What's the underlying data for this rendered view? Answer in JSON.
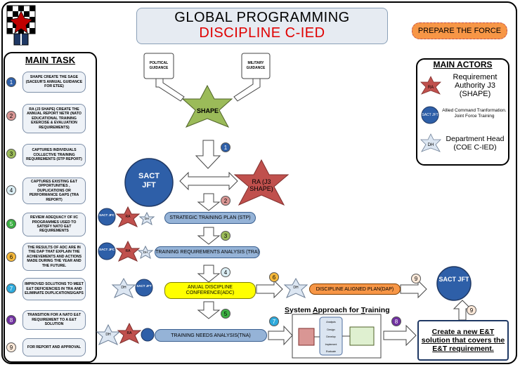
{
  "title": {
    "line1": "GLOBAL PROGRAMMING",
    "line2": "DISCIPLINE C-IED"
  },
  "prepare_label": "PREPARE THE FORCE",
  "main_task": {
    "heading": "MAIN TASK",
    "items": [
      {
        "num": "1",
        "text": "SHAPE CREATE THE SAGE (SACEUR'S ANNUAL GUIDANCE FOR ETEE)",
        "color": "#2e5fa8"
      },
      {
        "num": "2",
        "text": "RA (J3 SHAPE) CREATE THE ANNUAL REPORT NETR (NATO EDUCATIONAL TRAINING EXERCISE & EVALUATION REQUIREMENTS)",
        "color": "#d99694"
      },
      {
        "num": "3",
        "text": "CAPTURES INDIVIDUALS COLLECTIVE TRAINING REQUIREMENTS (STP REPORT)",
        "color": "#9bbb59"
      },
      {
        "num": "4",
        "text": "CAPTURES EXISTING E&T OPPORTUNITIES , DUPLICATIONS OR PERFORMANCE GAPS (TRA REPORT)",
        "color": "#dbeef4"
      },
      {
        "num": "5",
        "text": "REVIEW ADEQUACY OF I/C PROGRAMMES USED TO SATISFY NATO E&T REQUIREMENTS",
        "color": "#3cb043"
      },
      {
        "num": "6",
        "text": "THE RESULTS OF ADC ARE IN THE DAP THAT EXPLAIN THE ACHIEVEMENTS AND ACTIONS MADE DURING THE YEAR AND THE FUTURE.",
        "color": "#f6b93b"
      },
      {
        "num": "7",
        "text": "IMPROVED SOLUTIONS TO MEET E&T DEFICIENCIES IN TRA AND ELIMINATE DUPLICATIONS/GAPS",
        "color": "#2eaadc"
      },
      {
        "num": "8",
        "text": "TRANSITION FOR A NATO E&T REQUIREMENT TO A E&T SOLUTION",
        "color": "#7030a0"
      },
      {
        "num": "9",
        "text": "FOR REPORT AND APPROVAL",
        "color": "#fde9d9"
      }
    ]
  },
  "main_actors": {
    "heading": "MAIN ACTORS",
    "ra": {
      "icon": "RA",
      "text": "Requirement Authority J3 (SHAPE)",
      "color": "#c0504d"
    },
    "sact": {
      "icon": "SACT JFT",
      "text": "Allied Command Tranformation. Joint Force Training",
      "color": "#2e5fa8"
    },
    "dh": {
      "icon": "DH",
      "text": "Department Head (COE C-IED)",
      "color": "#dce6f2"
    }
  },
  "guidance": {
    "political": "POLITICAL GUIDANCE",
    "military": "MILITARY GUIDANCE"
  },
  "shape_label": "SHAPE",
  "sact_big": "SACT JFT",
  "ra_big": "RA (J3 SHAPE)",
  "small_labels": {
    "sact": "SACT JFC",
    "ra": "RA",
    "dh": "DH",
    "sact_jft": "SACT JFT"
  },
  "process": {
    "stp": "STRATEGIC TRAINING PLAN (STP)",
    "tra": "TRAINING REQUIREMENTS ANALYSIS (TRA)",
    "adc": "ANUAL DISCIPLINE CONFERENCE(ADC)",
    "dap": "DISCIPLINE ALIGNED PLAN(DAP)",
    "tna": "TRAINING NEEDS ANALYSIS(TNA)"
  },
  "sat": {
    "s": "S",
    "ystem": "ystem ",
    "a": "A",
    "pproach": "pproach for ",
    "t": "T",
    "raining": "raining"
  },
  "sat_diagram": {
    "steps": [
      "Analysis",
      "Design",
      "Develop",
      "Implement",
      "Evaluate"
    ]
  },
  "final_box": "Create a new E&T solution that covers the E&T requirement.",
  "sact_final": "SACT JFT",
  "step_numbers": {
    "n1": "1",
    "n2": "2",
    "n3": "3",
    "n4": "4",
    "n5": "5",
    "n6": "6",
    "n7": "7",
    "n8": "8",
    "n9a": "9",
    "n9b": "9"
  }
}
